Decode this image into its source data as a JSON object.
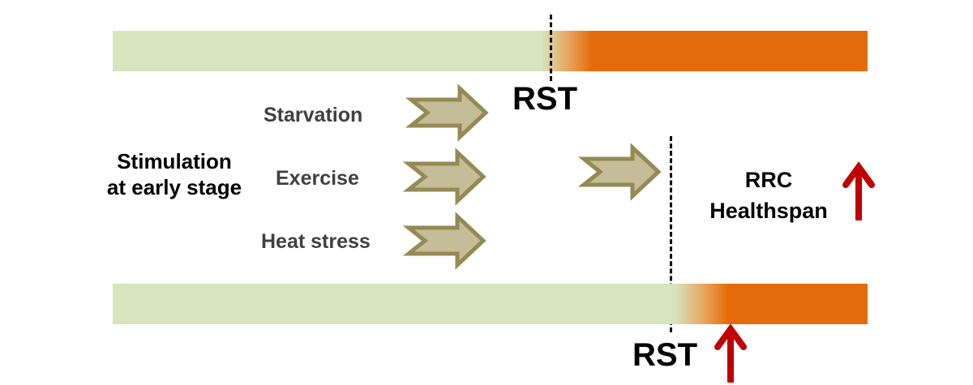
{
  "colors": {
    "before_rst": "#d7e4bd",
    "after_rst": "#e46c0a",
    "stimulus_arrow_fill": "#c4bd97",
    "stimulus_arrow_stroke": "#948a54",
    "increase_arrow": "#c00000"
  },
  "top_timeline": {
    "marker_label": "RST"
  },
  "bottom_timeline": {
    "marker_label": "RST"
  },
  "left_label": {
    "line1": "Stimulation",
    "line2": "at early stage"
  },
  "stimuli": [
    {
      "label": "Starvation",
      "icon": "chevron-arrow-right-icon"
    },
    {
      "label": "Exercise",
      "icon": "chevron-arrow-right-icon"
    },
    {
      "label": "Heat stress",
      "icon": "chevron-arrow-right-icon"
    }
  ],
  "outcome": {
    "line1": "RRC",
    "line2": "Healthspan",
    "icon": "up-arrow-icon"
  }
}
